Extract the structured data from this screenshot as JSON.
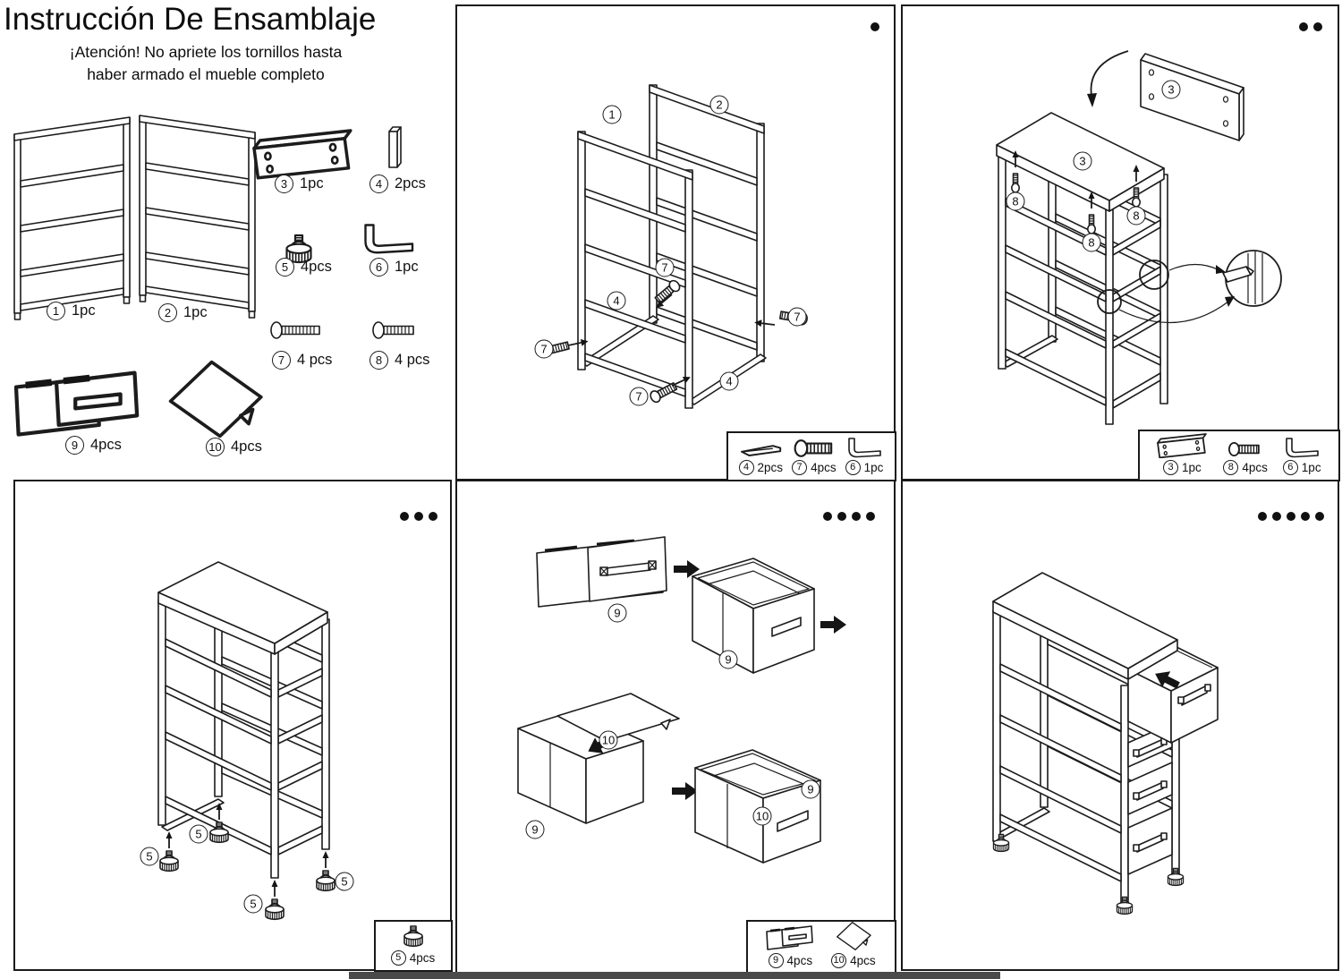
{
  "doc": {
    "title": "Instrucción De Ensamblaje",
    "warning_line1": "¡Atención! No apriete los tornillos hasta",
    "warning_line2": "haber armado el mueble completo"
  },
  "glyphs": {
    "n1": "1",
    "n2": "2",
    "n3": "3",
    "n4": "4",
    "n5": "5",
    "n6": "6",
    "n7": "7",
    "n8": "8",
    "n9": "9",
    "n10": "10"
  },
  "parts": [
    {
      "num": "1",
      "qty": "1pc"
    },
    {
      "num": "2",
      "qty": "1pc"
    },
    {
      "num": "3",
      "qty": "1pc"
    },
    {
      "num": "4",
      "qty": "2pcs"
    },
    {
      "num": "5",
      "qty": "4pcs"
    },
    {
      "num": "6",
      "qty": "1pc"
    },
    {
      "num": "7",
      "qty": "4 pcs"
    },
    {
      "num": "8",
      "qty": "4 pcs"
    },
    {
      "num": "9",
      "qty": "4pcs"
    },
    {
      "num": "10",
      "qty": "4pcs"
    }
  ],
  "steps": [
    {
      "dots": 1,
      "hardware": [
        {
          "num": "4",
          "qty": "2pcs"
        },
        {
          "num": "7",
          "qty": "4pcs"
        },
        {
          "num": "6",
          "qty": "1pc"
        }
      ]
    },
    {
      "dots": 2,
      "hardware": [
        {
          "num": "3",
          "qty": "1pc"
        },
        {
          "num": "8",
          "qty": "4pcs"
        },
        {
          "num": "6",
          "qty": "1pc"
        }
      ]
    },
    {
      "dots": 3,
      "hardware": [
        {
          "num": "5",
          "qty": "4pcs"
        }
      ]
    },
    {
      "dots": 4,
      "hardware": [
        {
          "num": "9",
          "qty": "4pcs"
        },
        {
          "num": "10",
          "qty": "4pcs"
        }
      ]
    },
    {
      "dots": 5,
      "hardware": []
    }
  ]
}
